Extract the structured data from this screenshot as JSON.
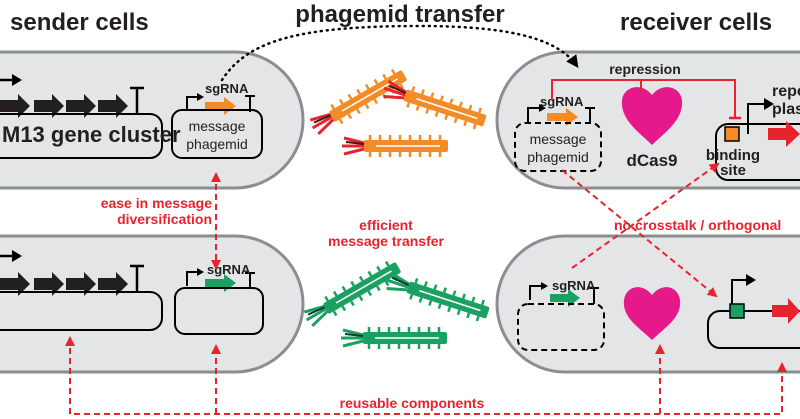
{
  "headers": {
    "sender": "sender cells",
    "transfer": "phagemid transfer",
    "receiver": "receiver cells"
  },
  "sender_top": {
    "gene_cluster": "M13 gene cluster",
    "sgrna": "sgRNA",
    "message_line1": "message",
    "message_line2": "phagemid"
  },
  "sender_bottom": {
    "sgrna": "sgRNA"
  },
  "receiver_top": {
    "repression": "repression",
    "sgrna": "sgRNA",
    "message_line1": "message",
    "message_line2": "phagemid",
    "dcas9": "dCas9",
    "reporter_line1": "reporter",
    "reporter_line2": "plasmid",
    "binding_line1": "binding",
    "binding_line2": "site"
  },
  "receiver_bottom": {
    "sgrna": "sgRNA"
  },
  "annotations": {
    "diversification_line1": "ease in message",
    "diversification_line2": "diversification",
    "efficient_line1": "efficient",
    "efficient_line2": "message transfer",
    "crosstalk": "no crosstalk / orthogonal",
    "reusable": "reusable components"
  },
  "colors": {
    "red": "#e8232e",
    "orange": "#f28c28",
    "green": "#1aa060",
    "magenta": "#e5198a",
    "cell_fill": "#e3e5e6",
    "cell_stroke": "#8b8e90"
  }
}
